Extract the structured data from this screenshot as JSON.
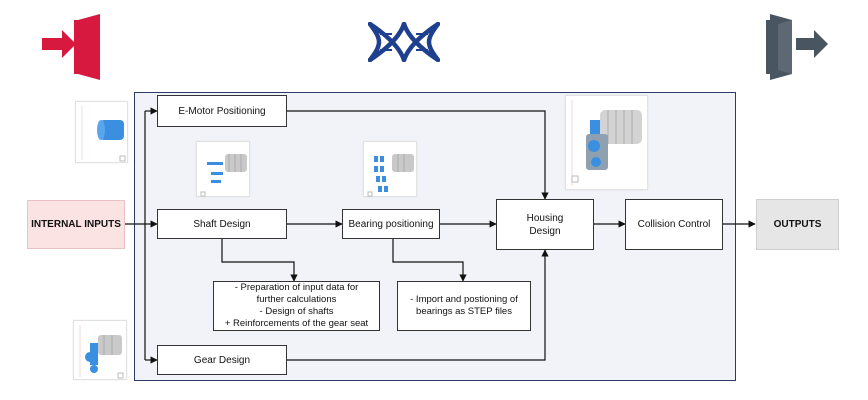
{
  "io": {
    "inputs_label": "INTERNAL INPUTS",
    "outputs_label": "OUTPUTS"
  },
  "nodes": {
    "emotor": "E-Motor Positioning",
    "shaft": "Shaft Design",
    "bearing": "Bearing positioning",
    "housing": "Housing Design",
    "collision": "Collision Control",
    "gear": "Gear Design"
  },
  "notes": {
    "shaft_lines": [
      "- Preparation of input data for",
      "further calculations",
      "- Design of shafts",
      "+ Reinforcements of the gear seat"
    ],
    "bearing_lines": [
      "- Import and postioning of",
      "bearings as STEP files"
    ]
  },
  "icons": {
    "enter": "enter-door-icon",
    "dna": "dna-icon",
    "exit": "exit-door-icon"
  },
  "colors": {
    "enter": "#d7193f",
    "dna": "#1f3f8f",
    "exit": "#4a5562",
    "frame": "#2b3a67",
    "frame_fill": "#f1f3f8",
    "inputs_fill": "#fbe3e4",
    "outputs_fill": "#e6e6e6",
    "part_blue": "#3b8fe0",
    "part_grey": "#c9c9c9"
  }
}
